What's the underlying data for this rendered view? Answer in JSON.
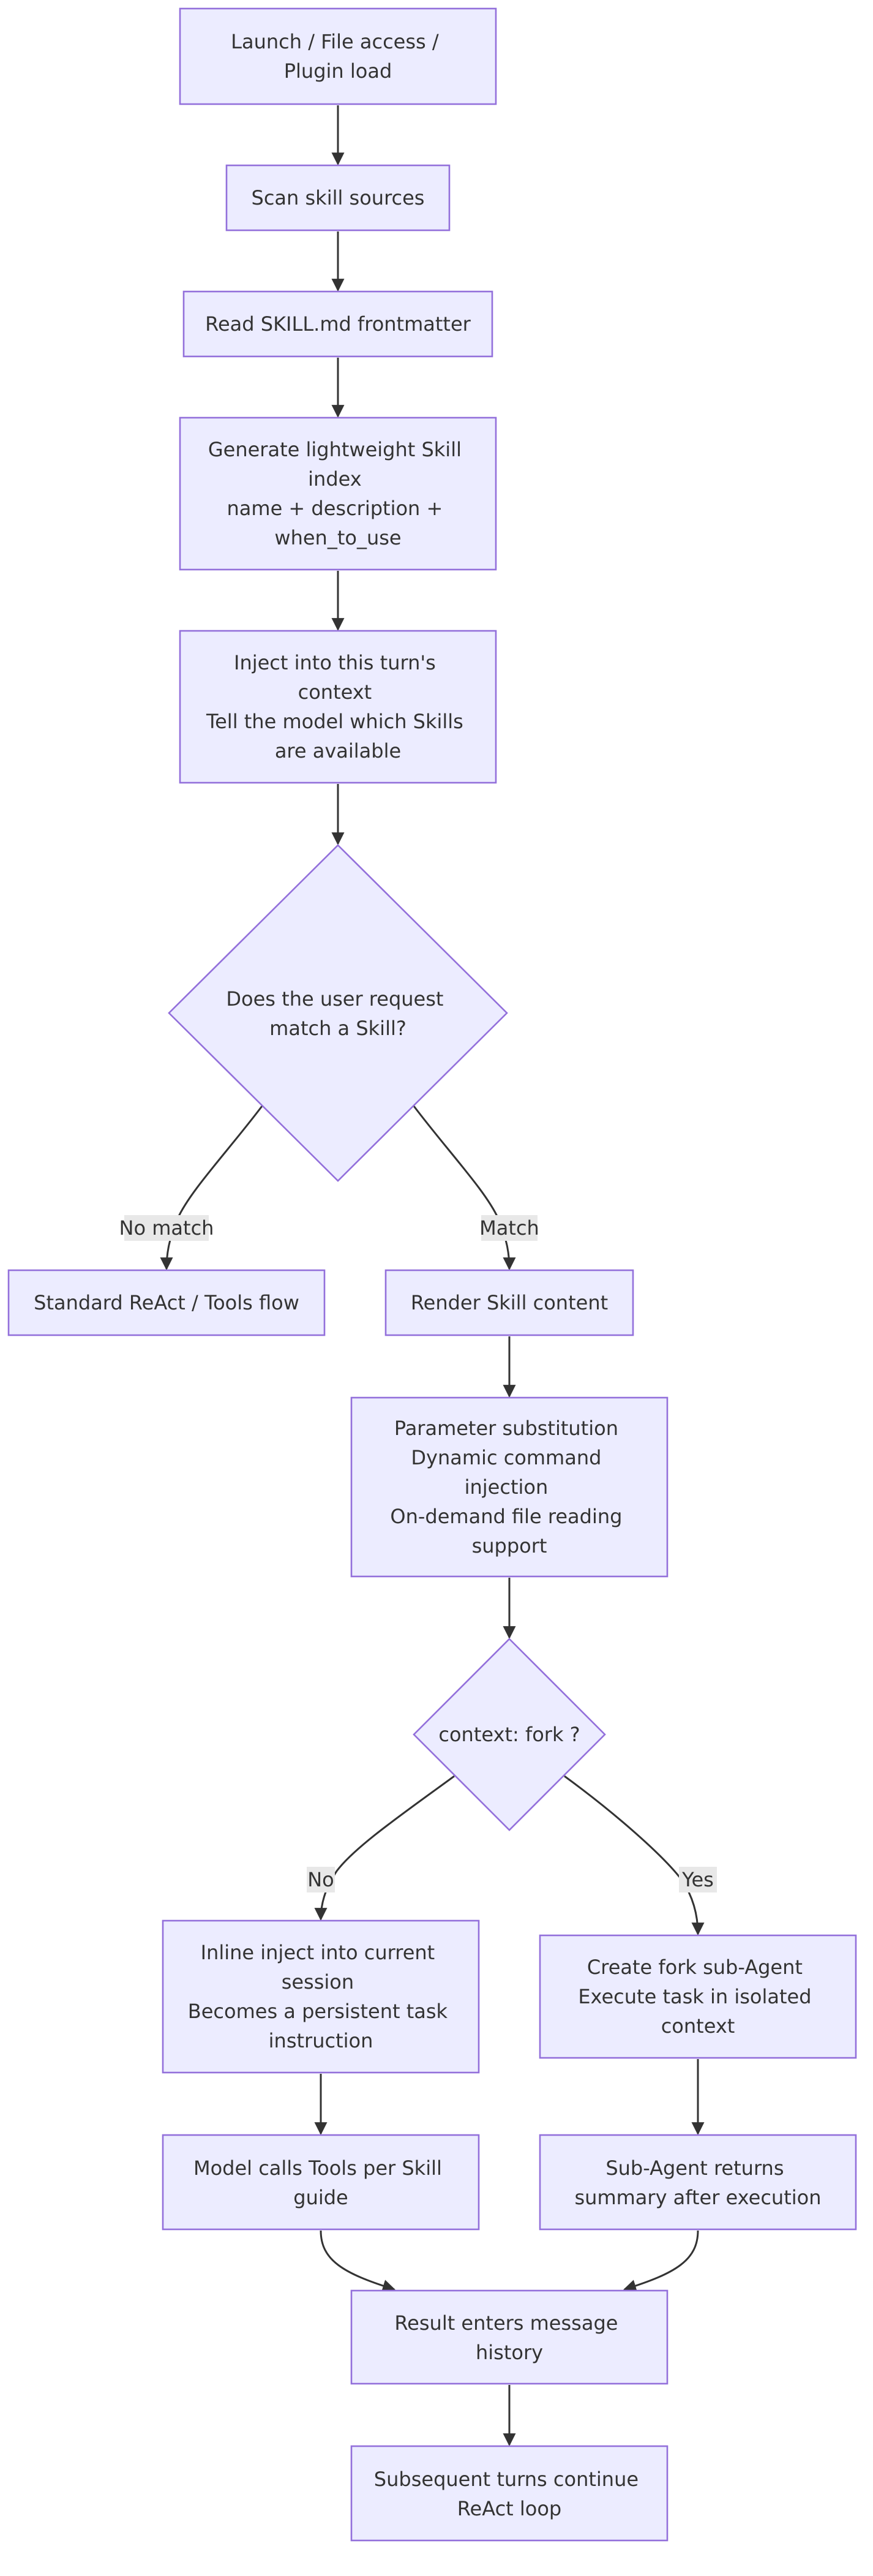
{
  "diagram": {
    "nodes": {
      "launch": [
        "Launch / File access /",
        "Plugin load"
      ],
      "scan": [
        "Scan skill sources"
      ],
      "read": [
        "Read SKILL.md frontmatter"
      ],
      "index": [
        "Generate lightweight Skill",
        "index",
        "name + description +",
        "when_to_use"
      ],
      "inject": [
        "Inject into this turn's",
        "context",
        "Tell the model which Skills",
        "are available"
      ],
      "match_decision": [
        "Does the user request",
        "match a Skill?"
      ],
      "standard": [
        "Standard ReAct / Tools flow"
      ],
      "render": [
        "Render Skill content"
      ],
      "param": [
        "Parameter substitution",
        "Dynamic command",
        "injection",
        "On-demand file reading",
        "support"
      ],
      "fork_decision": [
        "context: fork ?"
      ],
      "inline": [
        "Inline inject into current",
        "session",
        "Becomes a persistent task",
        "instruction"
      ],
      "fork": [
        "Create fork sub-Agent",
        "Execute task in isolated",
        "context"
      ],
      "model_calls": [
        "Model calls Tools per Skill",
        "guide"
      ],
      "subagent_returns": [
        "Sub-Agent returns",
        "summary after execution"
      ],
      "result": [
        "Result enters message",
        "history"
      ],
      "subsequent": [
        "Subsequent turns continue",
        "ReAct loop"
      ]
    },
    "edge_labels": {
      "no_match": "No match",
      "match": "Match",
      "no": "No",
      "yes": "Yes"
    },
    "colors": {
      "node_fill": "#ECECFF",
      "node_stroke": "#9370DB",
      "edge": "#333333",
      "label_bg": "#e8e8e8",
      "text": "#333333"
    }
  }
}
